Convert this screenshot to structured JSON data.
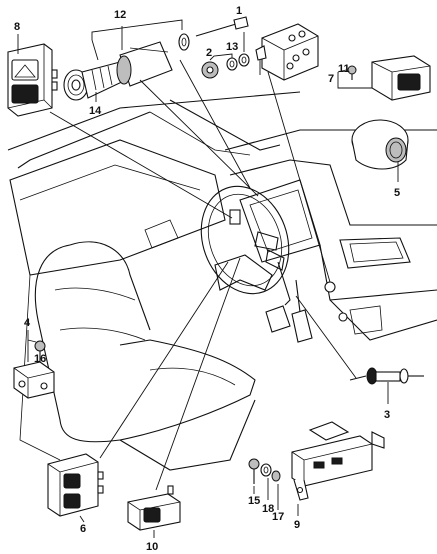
{
  "callouts": {
    "c1": "1",
    "c2": "2",
    "c3": "3",
    "c4": "4",
    "c5": "5",
    "c6": "6",
    "c7": "7",
    "c8": "8",
    "c9": "9",
    "c10": "10",
    "c11": "11",
    "c12": "12",
    "c13": "13",
    "c14": "14",
    "c15": "15",
    "c16": "16",
    "c17": "17",
    "c18": "18"
  },
  "colors": {
    "ink": "#111111",
    "background": "#ffffff",
    "shade": "#bdbdbd"
  }
}
